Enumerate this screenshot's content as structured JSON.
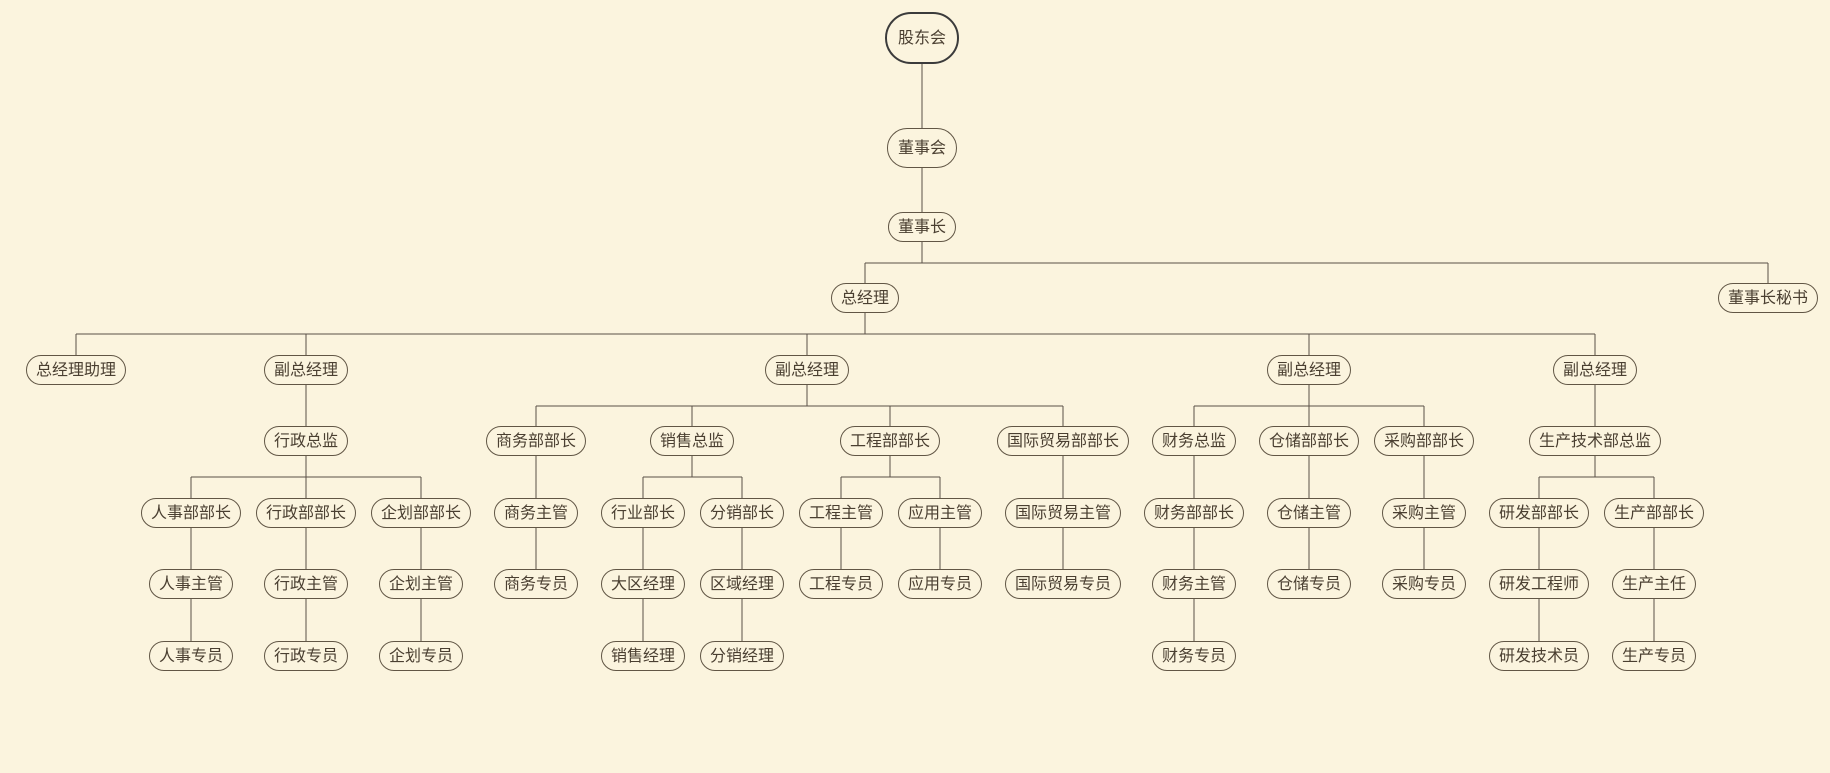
{
  "nodes": [
    {
      "id": "n0",
      "label": "股东会",
      "parent": null
    },
    {
      "id": "n1",
      "label": "董事会",
      "parent": "n0"
    },
    {
      "id": "n2",
      "label": "董事长",
      "parent": "n1"
    },
    {
      "id": "n3",
      "label": "总经理",
      "parent": "n2"
    },
    {
      "id": "n4",
      "label": "董事长秘书",
      "parent": "n2"
    },
    {
      "id": "n5",
      "label": "总经理助理",
      "parent": "n3"
    },
    {
      "id": "n6",
      "label": "副总经理",
      "parent": "n3"
    },
    {
      "id": "n7",
      "label": "副总经理",
      "parent": "n3"
    },
    {
      "id": "n8",
      "label": "副总经理",
      "parent": "n3"
    },
    {
      "id": "n9",
      "label": "副总经理",
      "parent": "n3"
    },
    {
      "id": "n10",
      "label": "行政总监",
      "parent": "n6"
    },
    {
      "id": "n11",
      "label": "人事部部长",
      "parent": "n10"
    },
    {
      "id": "n12",
      "label": "行政部部长",
      "parent": "n10"
    },
    {
      "id": "n13",
      "label": "企划部部长",
      "parent": "n10"
    },
    {
      "id": "n14",
      "label": "人事主管",
      "parent": "n11"
    },
    {
      "id": "n15",
      "label": "行政主管",
      "parent": "n12"
    },
    {
      "id": "n16",
      "label": "企划主管",
      "parent": "n13"
    },
    {
      "id": "n17",
      "label": "人事专员",
      "parent": "n14"
    },
    {
      "id": "n18",
      "label": "行政专员",
      "parent": "n15"
    },
    {
      "id": "n19",
      "label": "企划专员",
      "parent": "n16"
    },
    {
      "id": "n20",
      "label": "商务部部长",
      "parent": "n7"
    },
    {
      "id": "n21",
      "label": "销售总监",
      "parent": "n7"
    },
    {
      "id": "n22",
      "label": "工程部部长",
      "parent": "n7"
    },
    {
      "id": "n23",
      "label": "国际贸易部部长",
      "parent": "n7"
    },
    {
      "id": "n24",
      "label": "商务主管",
      "parent": "n20"
    },
    {
      "id": "n25",
      "label": "商务专员",
      "parent": "n24"
    },
    {
      "id": "n26",
      "label": "行业部长",
      "parent": "n21"
    },
    {
      "id": "n27",
      "label": "分销部长",
      "parent": "n21"
    },
    {
      "id": "n28",
      "label": "大区经理",
      "parent": "n26"
    },
    {
      "id": "n29",
      "label": "区域经理",
      "parent": "n27"
    },
    {
      "id": "n30",
      "label": "销售经理",
      "parent": "n28"
    },
    {
      "id": "n31",
      "label": "分销经理",
      "parent": "n29"
    },
    {
      "id": "n32",
      "label": "工程主管",
      "parent": "n22"
    },
    {
      "id": "n33",
      "label": "应用主管",
      "parent": "n22"
    },
    {
      "id": "n34",
      "label": "工程专员",
      "parent": "n32"
    },
    {
      "id": "n35",
      "label": "应用专员",
      "parent": "n33"
    },
    {
      "id": "n36",
      "label": "国际贸易主管",
      "parent": "n23"
    },
    {
      "id": "n37",
      "label": "国际贸易专员",
      "parent": "n36"
    },
    {
      "id": "n38",
      "label": "财务总监",
      "parent": "n8"
    },
    {
      "id": "n39",
      "label": "仓储部部长",
      "parent": "n8"
    },
    {
      "id": "n40",
      "label": "采购部部长",
      "parent": "n8"
    },
    {
      "id": "n41",
      "label": "财务部部长",
      "parent": "n38"
    },
    {
      "id": "n42",
      "label": "财务主管",
      "parent": "n41"
    },
    {
      "id": "n43",
      "label": "财务专员",
      "parent": "n42"
    },
    {
      "id": "n44",
      "label": "仓储主管",
      "parent": "n39"
    },
    {
      "id": "n45",
      "label": "仓储专员",
      "parent": "n44"
    },
    {
      "id": "n46",
      "label": "采购主管",
      "parent": "n40"
    },
    {
      "id": "n47",
      "label": "采购专员",
      "parent": "n46"
    },
    {
      "id": "n48",
      "label": "生产技术部总监",
      "parent": "n9"
    },
    {
      "id": "n49",
      "label": "研发部部长",
      "parent": "n48"
    },
    {
      "id": "n50",
      "label": "生产部部长",
      "parent": "n48"
    },
    {
      "id": "n51",
      "label": "研发工程师",
      "parent": "n49"
    },
    {
      "id": "n52",
      "label": "研发技术员",
      "parent": "n51"
    },
    {
      "id": "n53",
      "label": "生产主任",
      "parent": "n50"
    },
    {
      "id": "n54",
      "label": "生产专员",
      "parent": "n53"
    }
  ]
}
